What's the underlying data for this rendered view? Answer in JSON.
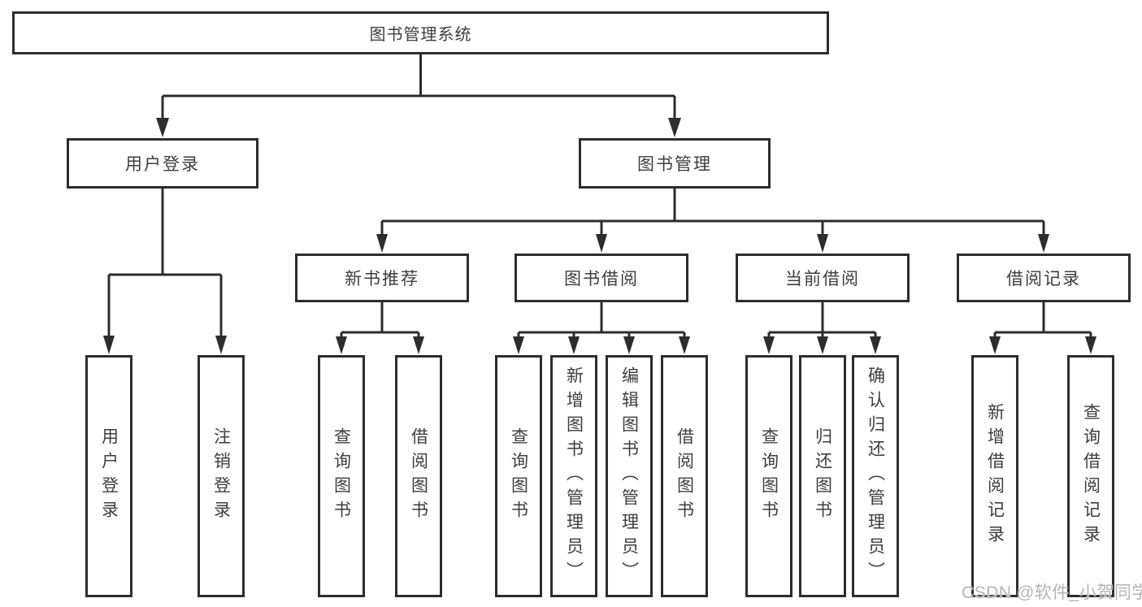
{
  "tree": {
    "label": "图书管理系统",
    "children": [
      {
        "label": "用户登录",
        "children": [
          {
            "label": "用户登录"
          },
          {
            "label": "注销登录"
          }
        ]
      },
      {
        "label": "图书管理",
        "children": [
          {
            "label": "新书推荐",
            "children": [
              {
                "label": "查询图书"
              },
              {
                "label": "借阅图书"
              }
            ]
          },
          {
            "label": "图书借阅",
            "children": [
              {
                "label": "查询图书"
              },
              {
                "label": "新增图书（管理员）"
              },
              {
                "label": "编辑图书（管理员）"
              },
              {
                "label": "借阅图书"
              }
            ]
          },
          {
            "label": "当前借阅",
            "children": [
              {
                "label": "查询图书"
              },
              {
                "label": "归还图书"
              },
              {
                "label": "确认归还（管理员）"
              }
            ]
          },
          {
            "label": "借阅记录",
            "children": [
              {
                "label": "新增借阅记录"
              },
              {
                "label": "查询借阅记录"
              }
            ]
          }
        ]
      }
    ]
  },
  "watermark": {
    "text": "CSDN @软件_小贺同学"
  },
  "colors": {
    "line": "#2d2d2d",
    "box_border": "#2d2d2d",
    "text": "#3e3e3e",
    "background": "#ffffff",
    "watermark": "#b5b5b5"
  }
}
